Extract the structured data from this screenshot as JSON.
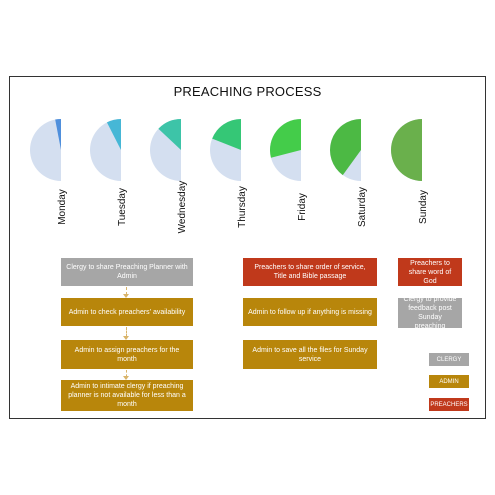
{
  "title": "PREACHING PROCESS",
  "days": [
    {
      "label": "Monday",
      "fill": 0.06,
      "color": "#4f8fdc"
    },
    {
      "label": "Tuesday",
      "fill": 0.15,
      "color": "#46b7d6"
    },
    {
      "label": "Wednesday",
      "fill": 0.26,
      "color": "#3dc4a8"
    },
    {
      "label": "Thursday",
      "fill": 0.38,
      "color": "#35c776"
    },
    {
      "label": "Friday",
      "fill": 0.58,
      "color": "#44cc4a"
    },
    {
      "label": "Saturday",
      "fill": 0.8,
      "color": "#4cb944"
    },
    {
      "label": "Sunday",
      "fill": 1.0,
      "color": "#6ab04c"
    }
  ],
  "colors": {
    "half_circle": "#d4dff0",
    "clergy": "#a6a6a6",
    "admin": "#b8860b",
    "preachers": "#c0391b"
  },
  "steps": {
    "clergy_share_planner": "Clergy to share Preaching Planner with Admin",
    "admin_check_availability": "Admin to check preachers' availability",
    "admin_assign_preachers": "Admin to assign preachers for the month",
    "admin_intimate_clergy": "Admin to intimate clergy if preaching planner is not available for less than a month",
    "preachers_share_order": "Preachers to share order of service, Title and  Bible passage",
    "admin_follow_up": "Admin to follow up if anything is missing",
    "admin_save_files": "Admin to save all the files for Sunday service",
    "preachers_share_word": "Preachers to share word of God",
    "clergy_feedback": "Clergy to provide feedback post Sunday preaching"
  },
  "legend": {
    "clergy": "CLERGY",
    "admin": "ADMIN",
    "preachers": "PREACHERS"
  }
}
